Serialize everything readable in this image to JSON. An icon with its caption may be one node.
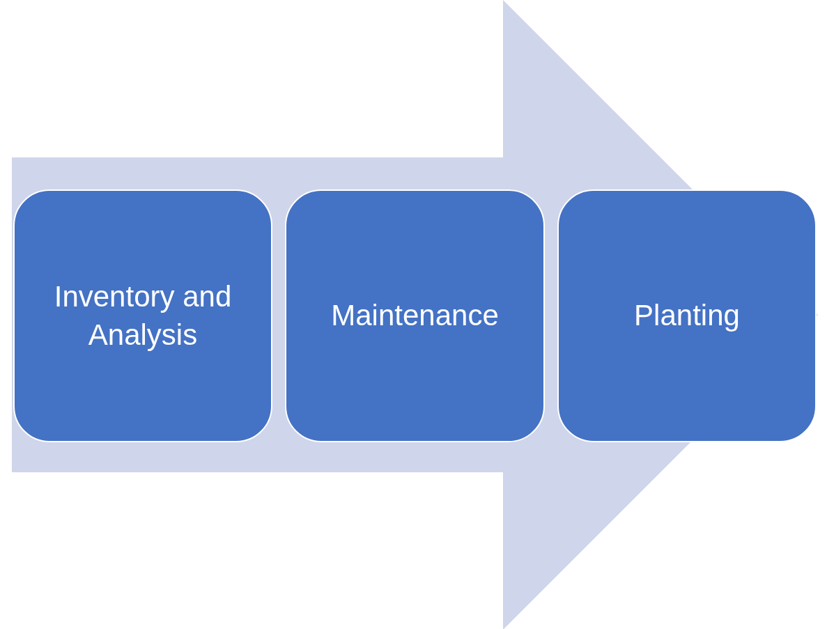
{
  "diagram": {
    "nodes": [
      {
        "text": [
          "Inventory and Analysis"
        ]
      },
      {
        "text": [
          "Maintenance"
        ]
      },
      {
        "text": [
          "Planting"
        ]
      }
    ],
    "edges": [
      {
        "from": 0,
        "to": 2,
        "arrow": "to"
      }
    ]
  }
}
